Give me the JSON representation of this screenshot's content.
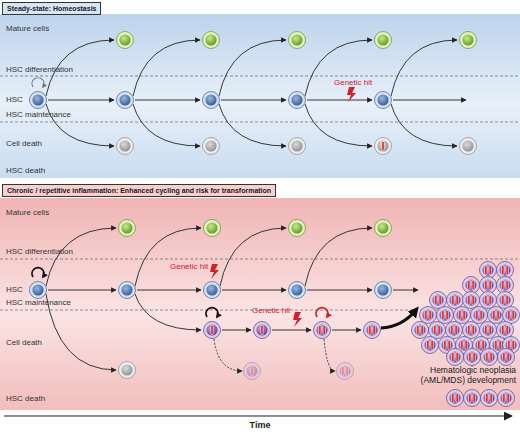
{
  "diagram": {
    "nodes": [
      {
        "text": [
          "Steady-state: Homeostasis"
        ]
      },
      {
        "text": [
          "Chronic / repetitive inflammation: Enhanced cycling and risk for transformation"
        ]
      }
    ],
    "labels": [
      "Mature cells",
      "HSC differentiation",
      "HSC",
      "Genetic hit",
      "HSC maintenance",
      "Cell death",
      "HSC death",
      "Mature cells",
      "HSC differentiation",
      "HSC",
      "Genetic hit",
      "HSC maintenance",
      "Genetic hit",
      "Cell death",
      "HSC death",
      "Hematologic neoplasia (AML/MDS) development",
      "Time"
    ]
  }
}
